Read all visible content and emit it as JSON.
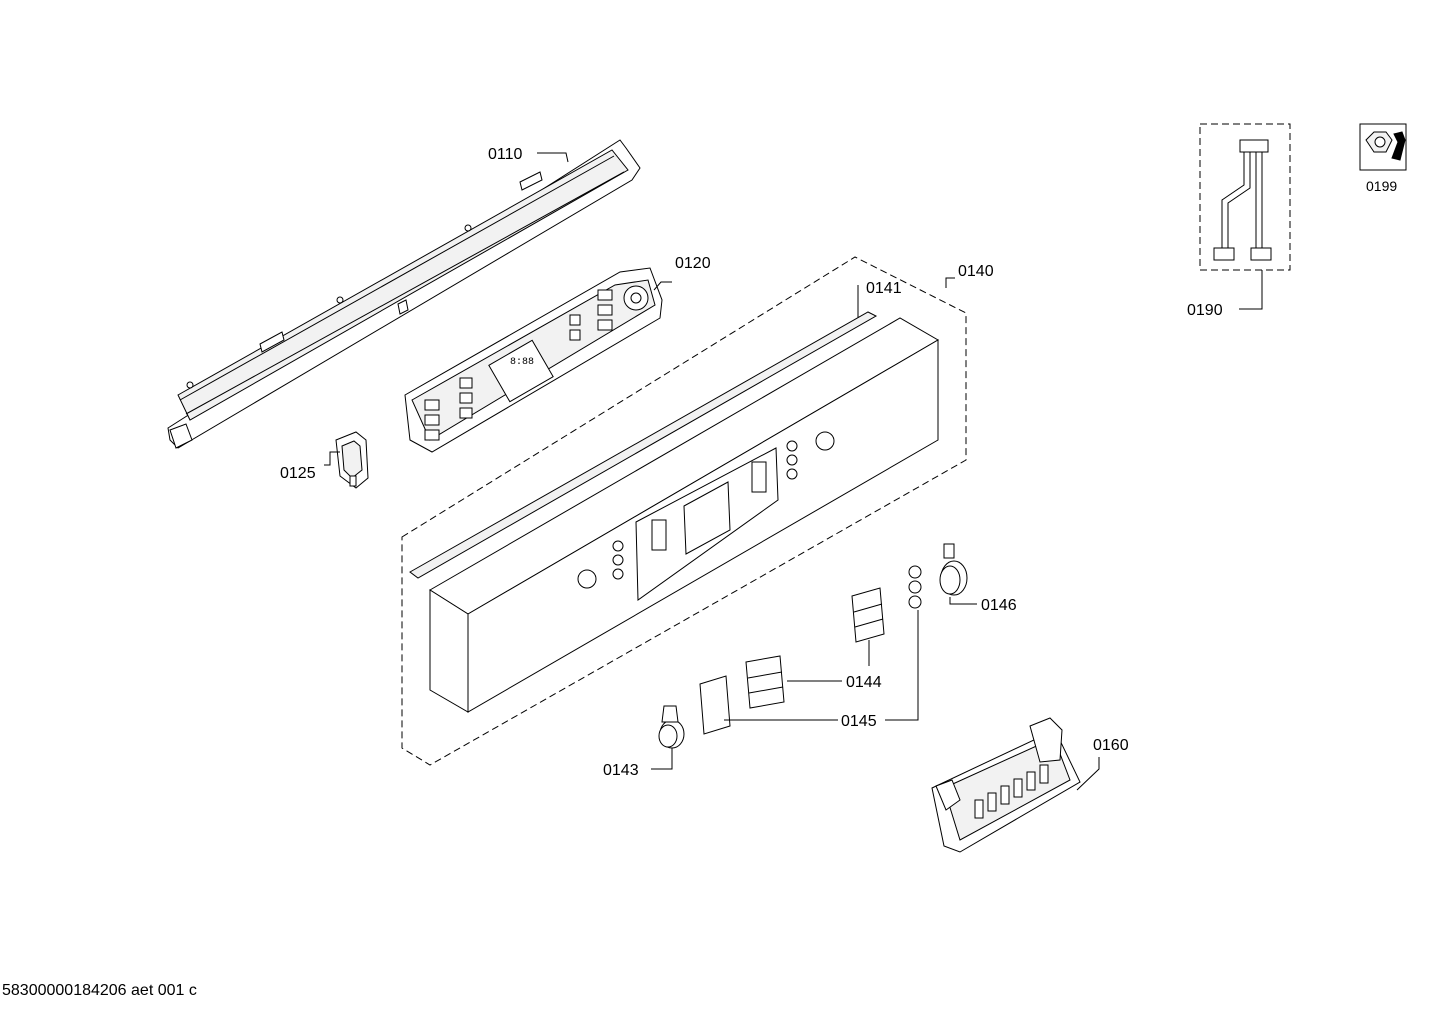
{
  "labels": {
    "p0110": "0110",
    "p0120": "0120",
    "p0125": "0125",
    "p0140": "0140",
    "p0141": "0141",
    "p0143": "0143",
    "p0144": "0144",
    "p0145": "0145",
    "p0146": "0146",
    "p0160": "0160",
    "p0190": "0190",
    "p0199": "0199"
  },
  "footer": {
    "document_id": "58300000184206 aet 001 c"
  }
}
